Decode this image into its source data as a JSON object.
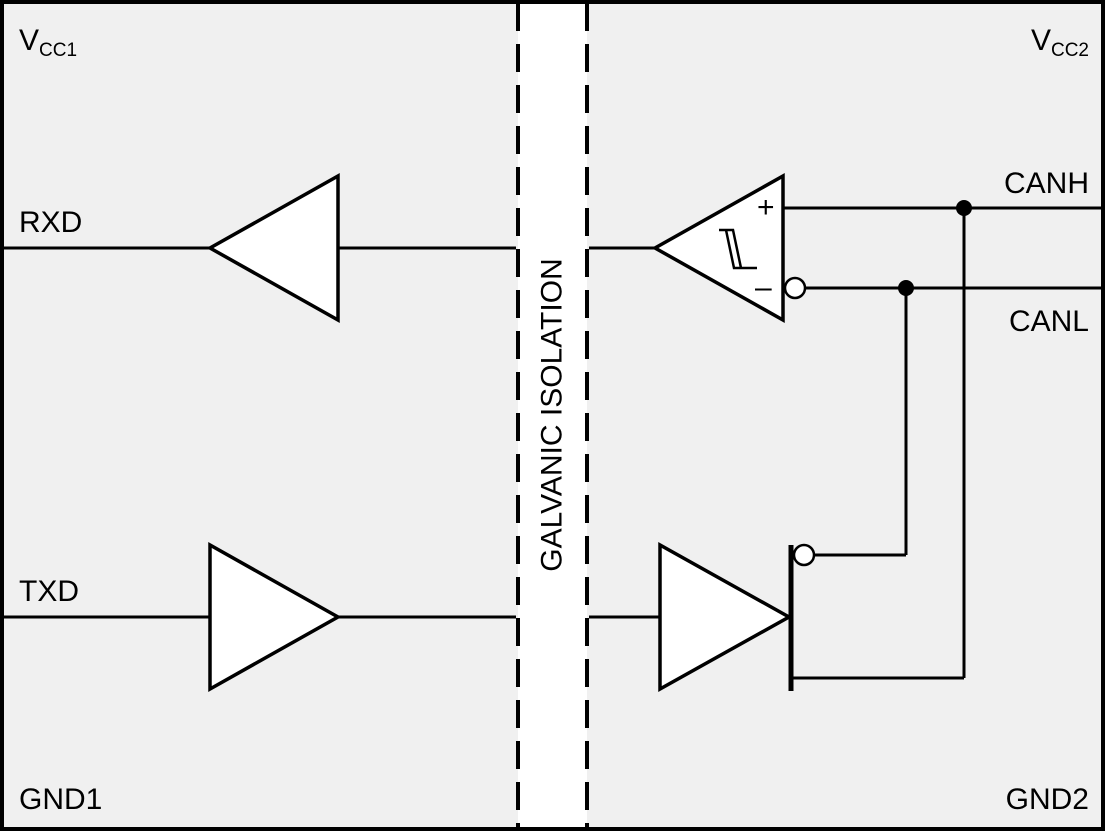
{
  "labels": {
    "vcc1_main": "V",
    "vcc1_sub": "CC1",
    "vcc2_main": "V",
    "vcc2_sub": "CC2",
    "rxd": "RXD",
    "txd": "TXD",
    "canh": "CANH",
    "canl": "CANL",
    "gnd1": "GND1",
    "gnd2": "GND2",
    "barrier": "GALVANIC ISOLATION",
    "plus": "+",
    "minus": "–"
  },
  "colors": {
    "background": "#f0f0f0",
    "barrier": "#ffffff",
    "stroke": "#000000"
  }
}
